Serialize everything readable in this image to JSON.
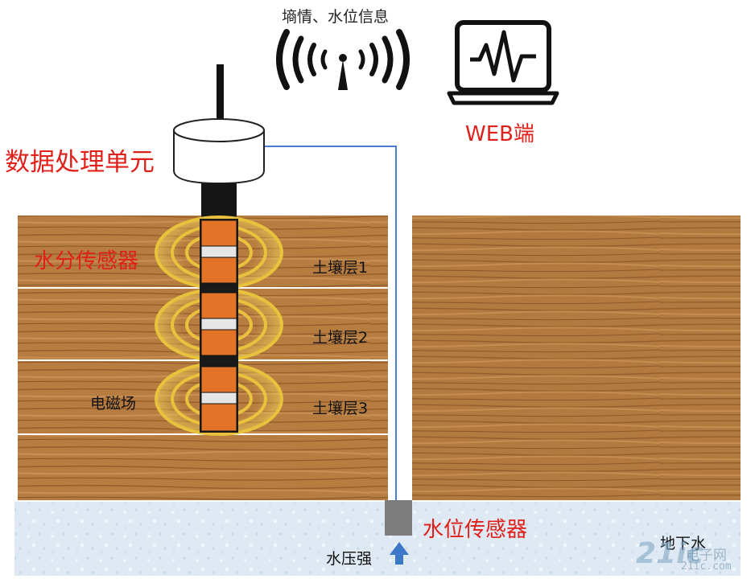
{
  "labels": {
    "top_info": "墒情、水位信息",
    "web": "WEB端",
    "processing_unit": "数据处理单元",
    "moisture_sensor": "水分传感器",
    "soil_layer_1": "土壤层1",
    "soil_layer_2": "土壤层2",
    "soil_layer_3": "土壤层3",
    "em_field": "电磁场",
    "water_level_sensor": "水位传感器",
    "water_pressure": "水压强",
    "groundwater": "地下水"
  },
  "watermark": {
    "logo": "21ic",
    "cn": "电子网",
    "url": "21ic.com"
  },
  "colors": {
    "label_red": "#e0201a",
    "soil": "#b37a3f",
    "soil_stripe": "#8a5526",
    "water": "#dde8f2",
    "sensor_orange": "#e37326",
    "field_yellow": "#e8c23c",
    "cable_blue": "#4a7bd0",
    "arrow_blue": "#3d78c8",
    "level_sensor_gray": "#7c7c7c"
  },
  "icons": [
    "antenna-icon",
    "wifi-waves-icon",
    "laptop-icon",
    "heartbeat-icon",
    "up-arrow-icon"
  ]
}
